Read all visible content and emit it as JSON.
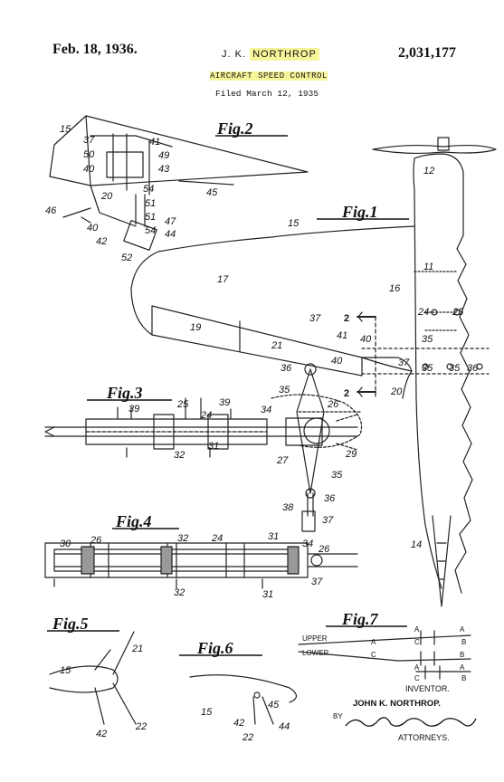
{
  "header": {
    "date": "Feb. 18, 1936.",
    "inventor_initials": "J. K.",
    "inventor_surname": "NORTHROP",
    "patent_number": "2,031,177",
    "title": "AIRCRAFT SPEED CONTROL",
    "filed": "Filed March 12, 1935"
  },
  "figures": {
    "fig1": "Fig.1",
    "fig2": "Fig.2",
    "fig3": "Fig.3",
    "fig4": "Fig.4",
    "fig5": "Fig.5",
    "fig6": "Fig.6",
    "fig7": "Fig.7"
  },
  "fig7_labels": {
    "upper": "UPPER",
    "lower": "LOWER",
    "a": "A",
    "b": "B",
    "c": "C"
  },
  "reference_numerals": {
    "n11": "11",
    "n12": "12",
    "n14": "14",
    "n15": "15",
    "n16": "16",
    "n17": "17",
    "n19": "19",
    "n20": "20",
    "n21": "21",
    "n22": "22",
    "n24": "24",
    "n25": "25",
    "n26": "26",
    "n27": "27",
    "n29": "29",
    "n30": "30",
    "n31": "31",
    "n32": "32",
    "n34": "34",
    "n35": "35",
    "n36": "36",
    "n37": "37",
    "n38": "38",
    "n39": "39",
    "n40": "40",
    "n41": "41",
    "n42": "42",
    "n43": "43",
    "n44": "44",
    "n45": "45",
    "n46": "46",
    "n47": "47",
    "n49": "49",
    "n50": "50",
    "n51": "51",
    "n52": "52",
    "n54": "54",
    "n2": "2"
  },
  "signature": {
    "inventor_label": "INVENTOR.",
    "inventor_name": "JOHN K. NORTHROP.",
    "by": "BY",
    "attorneys_label": "ATTORNEYS."
  }
}
